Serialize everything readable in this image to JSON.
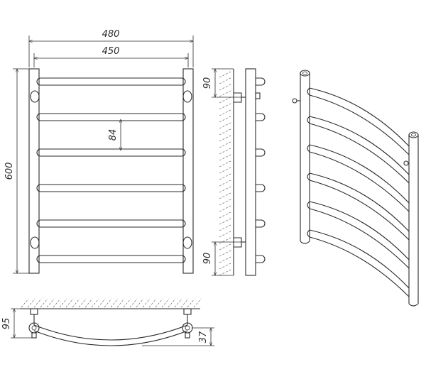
{
  "dimensions": {
    "overall_width": "480",
    "pipe_spacing": "450",
    "height": "600",
    "rung_step": "84",
    "wall_offset_top": "90",
    "wall_offset_bottom": "90",
    "depth": "95",
    "bow": "37"
  },
  "colors": {
    "line": "#2a2a2a",
    "background": "#ffffff"
  }
}
